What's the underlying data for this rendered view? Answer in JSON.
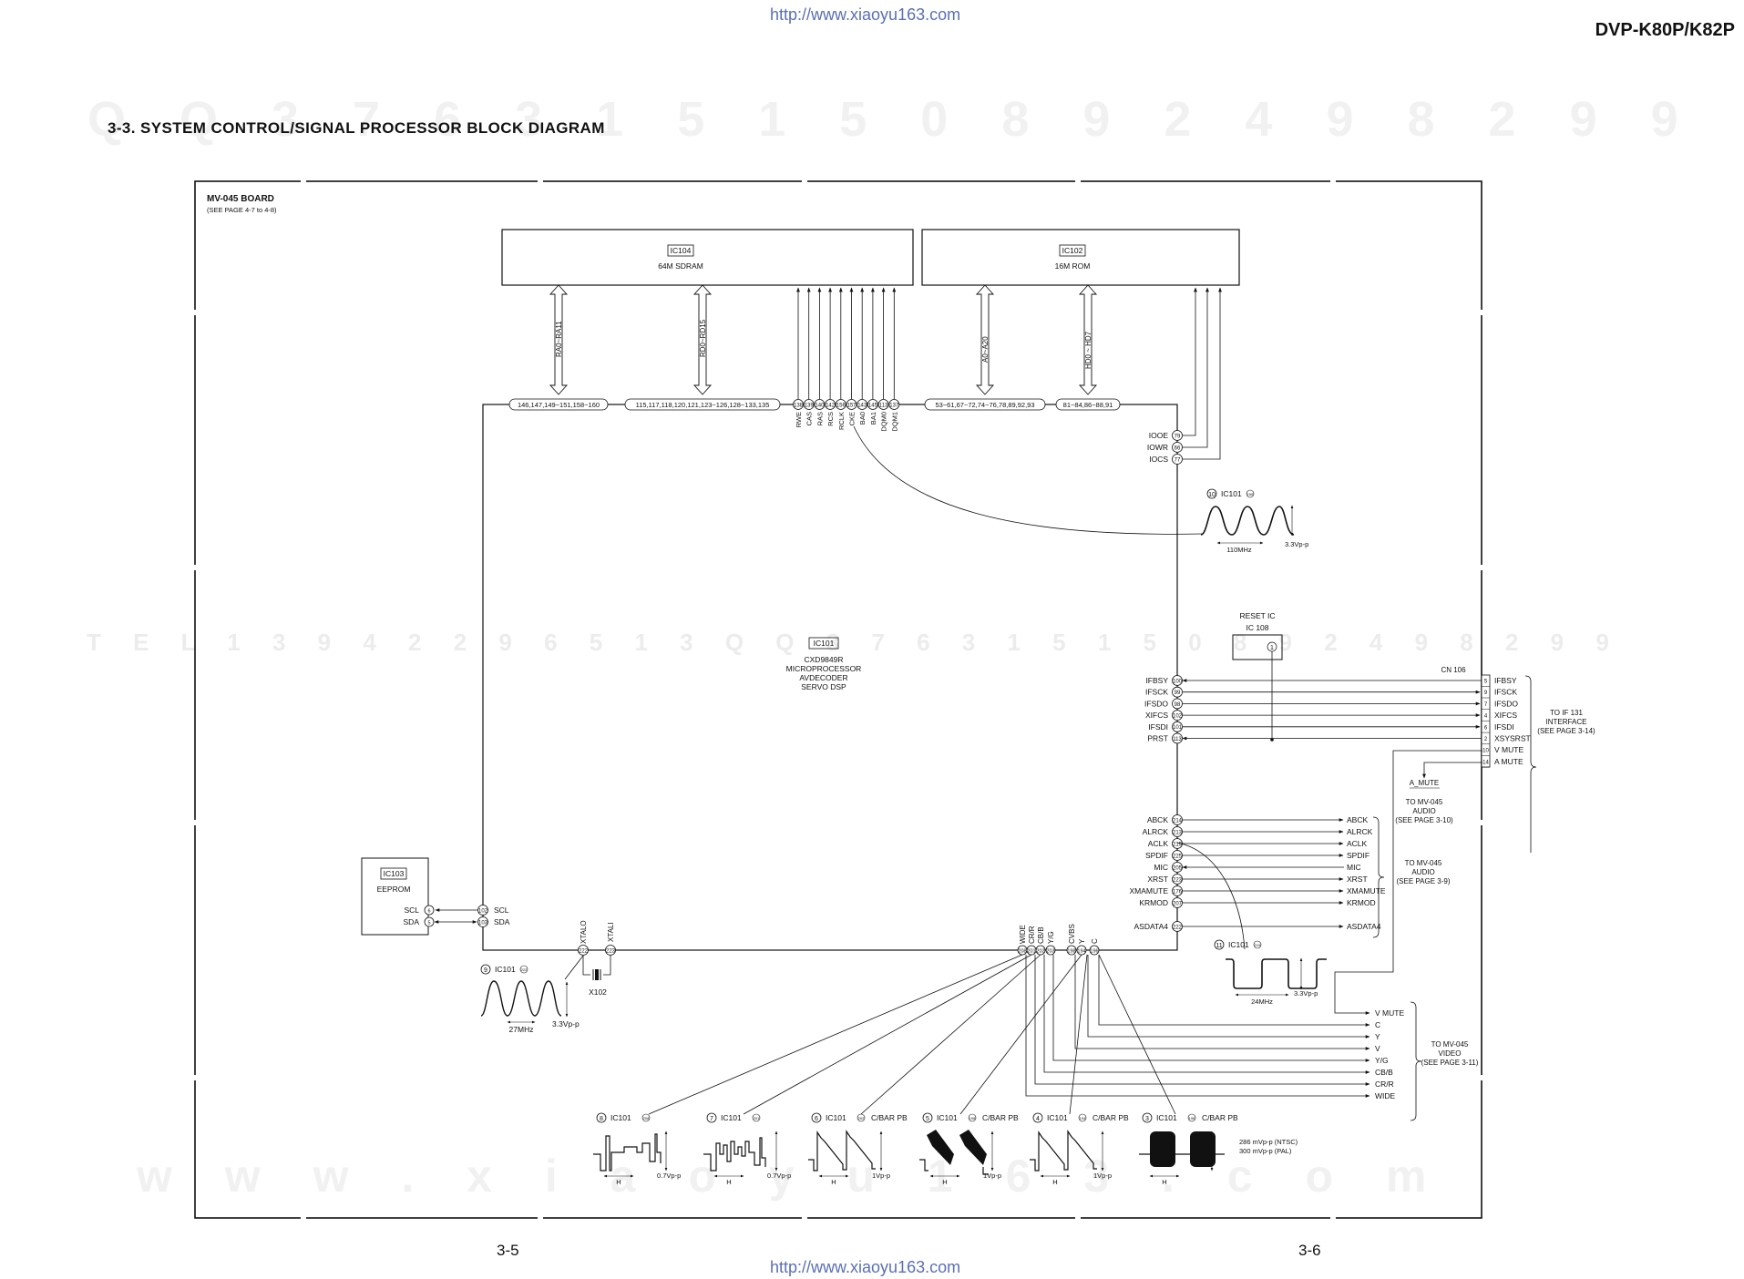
{
  "header": {
    "url_top": "http://www.xiaoyu163.com",
    "model": "DVP-K80P/K82P",
    "title": "3-3.  SYSTEM CONTROL/SIGNAL PROCESSOR BLOCK DIAGRAM"
  },
  "footer": {
    "url_bottom": "http://www.xiaoyu163.com",
    "page_left": "3-5",
    "page_right": "3-6"
  },
  "watermarks": {
    "top_digits": "Q Q 3 7 6 3 1 5 1 5 0     8 9 2 4 9 8 2 9 9",
    "mid_digits": "T E L  1 3 9 4 2 2 9 6 5 1 3     Q Q  3 7 6 3 1 5 1 5 0     8 9 2 4 9 8 2 9 9",
    "bottom_url": "w w w . x i a o y u 1 6 3 . c o m"
  },
  "board": {
    "name": "MV-045 BOARD",
    "ref": "(SEE PAGE 4-7 to 4-8)"
  },
  "ic104": {
    "ref": "IC104",
    "desc": "64M SDRAM"
  },
  "ic102": {
    "ref": "IC102",
    "desc": "16M ROM"
  },
  "ic101": {
    "ref": "IC101",
    "desc": [
      "CXD9849R",
      "MICROPROCESSOR",
      "AVDECODER",
      "SERVO DSP"
    ]
  },
  "ic103": {
    "ref": "IC103",
    "desc": "EEPROM"
  },
  "reset_ic": {
    "label": "RESET IC",
    "ref": "IC 108",
    "pin": "1"
  },
  "buses": [
    {
      "label": "RA0~RA11",
      "pins": "146,147,149~151,158~160"
    },
    {
      "label": "RD0~RD15",
      "pins": "115,117,118,120,121,123~126,128~133,135"
    },
    {
      "label": "A0~A20",
      "pins": "53~61,67~72,74~76,78,89,92,93"
    },
    {
      "label": "HD0 ~ HD7",
      "pins": "81~84,86~88,91"
    }
  ],
  "sdram_ctrl": [
    {
      "pin": "138",
      "name": "RWE"
    },
    {
      "pin": "139",
      "name": "CAS"
    },
    {
      "pin": "140",
      "name": "RAS"
    },
    {
      "pin": "142",
      "name": "RCS"
    },
    {
      "pin": "156",
      "name": "RCLK"
    },
    {
      "pin": "157",
      "name": "CKE"
    },
    {
      "pin": "143",
      "name": "BA0"
    },
    {
      "pin": "145",
      "name": "BA1"
    },
    {
      "pin": "113",
      "name": "DQM0"
    },
    {
      "pin": "137",
      "name": "DQM1"
    }
  ],
  "rom_ctrl": [
    {
      "name": "IOOE",
      "pin": "79"
    },
    {
      "name": "IOWR",
      "pin": "66"
    },
    {
      "name": "IOCS",
      "pin": "77"
    }
  ],
  "eeprom_pins": [
    {
      "name": "SCL",
      "pin": "6",
      "ic_pin": "102"
    },
    {
      "name": "SDA",
      "pin": "5",
      "ic_pin": "103"
    }
  ],
  "xtal": {
    "pin_out": "222",
    "pin_in": "223",
    "out": "XTALO",
    "in": "XTALI",
    "part": "X102"
  },
  "interface": [
    {
      "name": "IFBSY",
      "pin": "100",
      "cn": "5"
    },
    {
      "name": "IFSCK",
      "pin": "99",
      "cn": "9"
    },
    {
      "name": "IFSDO",
      "pin": "98",
      "cn": "7"
    },
    {
      "name": "XIFCS",
      "pin": "102",
      "cn": "4"
    },
    {
      "name": "IFSDI",
      "pin": "101",
      "cn": "6"
    },
    {
      "name": "PRST",
      "pin": "113",
      "cn": "2",
      "cn_name": "XSYSRST"
    },
    {
      "name": "",
      "pin": "",
      "cn": "10",
      "cn_name": "V MUTE"
    },
    {
      "name": "",
      "pin": "",
      "cn": "14",
      "cn_name": "A MUTE"
    }
  ],
  "cn106": "CN 106",
  "to_if": [
    "TO IF 131",
    "INTERFACE",
    "(SEE PAGE 3-14)"
  ],
  "a_mute": "A_MUTE",
  "to_audio_a": [
    "TO MV-045",
    "AUDIO",
    "(SEE PAGE 3-10)"
  ],
  "to_audio_b": [
    "TO MV-045",
    "AUDIO",
    "(SEE PAGE 3-9)"
  ],
  "audio": [
    {
      "name": "ABCK",
      "pin": "214"
    },
    {
      "name": "ALRCK",
      "pin": "213"
    },
    {
      "name": "ACLK",
      "pin": "219"
    },
    {
      "name": "SPDIF",
      "pin": "225"
    },
    {
      "name": "MIC",
      "pin": "205"
    },
    {
      "name": "XRST",
      "pin": "223"
    },
    {
      "name": "XMAMUTE",
      "pin": "176"
    },
    {
      "name": "KRMOD",
      "pin": "207"
    },
    {
      "name": "ASDATA4",
      "pin": "222"
    }
  ],
  "video_pins": [
    {
      "name": "WIDE",
      "pin": "208"
    },
    {
      "name": "CR/R",
      "pin": "201"
    },
    {
      "name": "CB/B",
      "pin": "202"
    },
    {
      "name": "Y/G",
      "pin": "203"
    },
    {
      "name": "CVBS",
      "pin": "198"
    },
    {
      "name": "Y",
      "pin": "194"
    },
    {
      "name": "C",
      "pin": "196"
    }
  ],
  "video_out": [
    "V MUTE",
    "C",
    "Y",
    "V",
    "Y/G",
    "CB/B",
    "CR/R",
    "WIDE"
  ],
  "to_video": [
    "TO MV-045",
    "VIDEO",
    "(SEE PAGE 3-11)"
  ],
  "waveforms": {
    "w10": {
      "num": "10",
      "ic": "IC101",
      "pin": "156",
      "freq": "110MHz",
      "amp": "3.3Vp-p"
    },
    "w11": {
      "num": "11",
      "ic": "IC101",
      "pin": "219",
      "freq": "24MHz",
      "amp": "3.3Vp-p"
    },
    "w9": {
      "num": "9",
      "ic": "IC101",
      "pin": "222",
      "freq": "27MHz",
      "amp": "3.3Vp-p"
    },
    "w8": {
      "num": "8",
      "ic": "IC101",
      "pin": "208",
      "h": "H",
      "amp": "0.7Vp-p"
    },
    "w7": {
      "num": "7",
      "ic": "IC101",
      "pin": "201",
      "h": "H",
      "amp": "0.7Vp-p"
    },
    "w6": {
      "num": "6",
      "ic": "IC101",
      "pin": "202",
      "note": "C/BAR PB",
      "h": "H",
      "amp": "1Vp-p"
    },
    "w5": {
      "num": "5",
      "ic": "IC101",
      "pin": "198",
      "note": "C/BAR PB",
      "h": "H",
      "amp": "1Vp-p"
    },
    "w4": {
      "num": "4",
      "ic": "IC101",
      "pin": "194",
      "note": "C/BAR PB",
      "h": "H",
      "amp": "1Vp-p"
    },
    "w3": {
      "num": "3",
      "ic": "IC101",
      "pin": "196",
      "note": "C/BAR PB",
      "h": "H",
      "amp1": "286 mVp-p (NTSC)",
      "amp2": "300 mVp-p (PAL)"
    }
  }
}
